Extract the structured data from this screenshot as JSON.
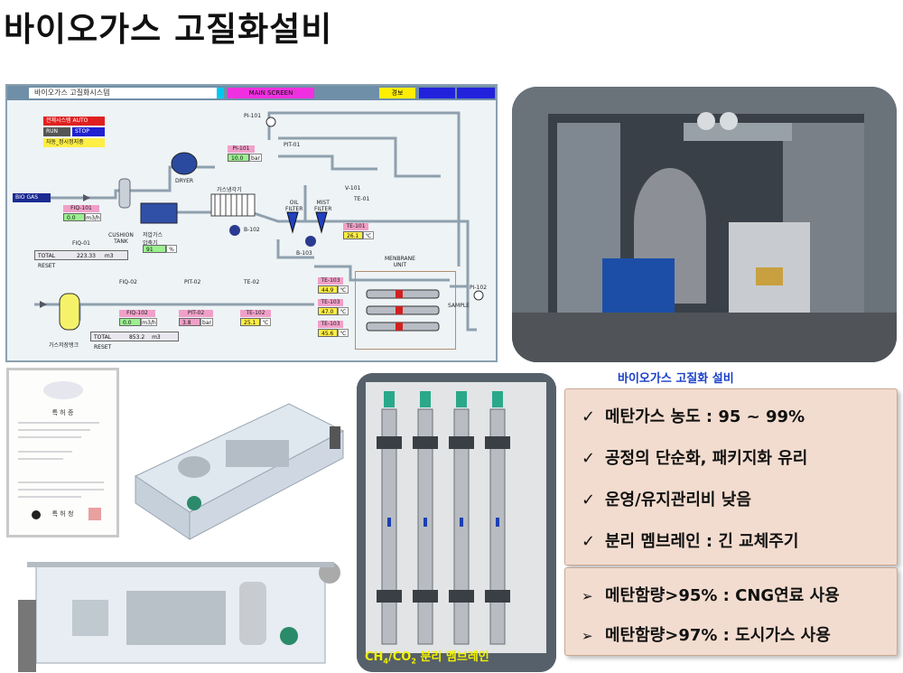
{
  "page_title": "바이오가스 고질화설비",
  "scada": {
    "window_title": "바이오가스 고질화시스템",
    "main_screen": "MAIN SCREEN",
    "alarm": "경보",
    "mode_auto": "전체시스템 AUTO",
    "mode_run": "RUN",
    "mode_stop": "STOP",
    "mode_status": "자동_정시정지중",
    "bio_gas": "BIO GAS",
    "fiq101": {
      "tag": "FIQ-101",
      "value": "0.0",
      "unit": "m3/h"
    },
    "fiq01": {
      "tag": "FIQ-01",
      "total_label": "TOTAL",
      "total": "223.33",
      "unit": "m3",
      "reset": "RESET"
    },
    "cushion_tank": "CUSHION\nTANK",
    "compressor": "저압가스\n압축기",
    "compressor_val": {
      "value": "91",
      "unit": "%"
    },
    "dryer": "DRYER",
    "cooler": "가스냉각기",
    "pi101_top": "PI-101",
    "pi101": {
      "tag": "PI-101",
      "value": "10.0",
      "unit": "bar"
    },
    "pit01": "PIT-01",
    "v101": "V-101",
    "oil_filter": "OIL\nFILTER",
    "mist_filter": "MIST\nFILTER",
    "te01": "TE-01",
    "te101": {
      "tag": "TE-101",
      "value": "26.1",
      "unit": "℃"
    },
    "b102": "B-102",
    "b103": "B-103",
    "membrane_unit": "MENBRANE\nUNIT",
    "te103a": {
      "tag": "TE-103",
      "value": "44.9",
      "unit": "℃"
    },
    "te103b": {
      "tag": "TE-103",
      "value": "47.0",
      "unit": "℃"
    },
    "te103c": {
      "tag": "TE-103",
      "value": "45.6",
      "unit": "℃"
    },
    "pi102": "PI-102",
    "sample": "SAMPLE",
    "fiq02": "FIQ-02",
    "pit02": "PIT-02",
    "te02": "TE-02",
    "fiq102": {
      "tag": "FIQ-102",
      "value": "0.0",
      "unit": "m3/h"
    },
    "pit02_val": {
      "tag": "PIT-02",
      "value": "3.8",
      "unit": "bar"
    },
    "te102": {
      "tag": "TE-102",
      "value": "25.1",
      "unit": "℃"
    },
    "fiq02_total": {
      "total_label": "TOTAL",
      "total": "853.2",
      "unit": "m3",
      "reset": "RESET"
    },
    "storage_tank": "가스저장탱크"
  },
  "captions": {
    "facility": "바이오가스 고질화 설비",
    "membrane_formula_1": "CH",
    "membrane_sub_1": "4",
    "membrane_formula_2": "/CO",
    "membrane_sub_2": "2",
    "membrane_rest": " 분리 멤브레인"
  },
  "certificate": {
    "title": "특 허 증",
    "footer": "특 허 청"
  },
  "specs": {
    "check_mark": "✓",
    "arrow_mark": "➢",
    "items": [
      "메탄가스 농도 : 95 ~ 99%",
      "공정의 단순화, 패키지화 유리",
      "운영/유지관리비 낮음",
      "분리 멤브레인 : 긴 교체주기"
    ],
    "usage": [
      "메탄함량>95% : CNG연료 사용",
      "메탄함량>97% : 도시가스 사용"
    ]
  },
  "colors": {
    "caption_blue": "#1a40c8",
    "spec_bg": "#f2dccf",
    "scada_bg": "#eef3f6"
  }
}
